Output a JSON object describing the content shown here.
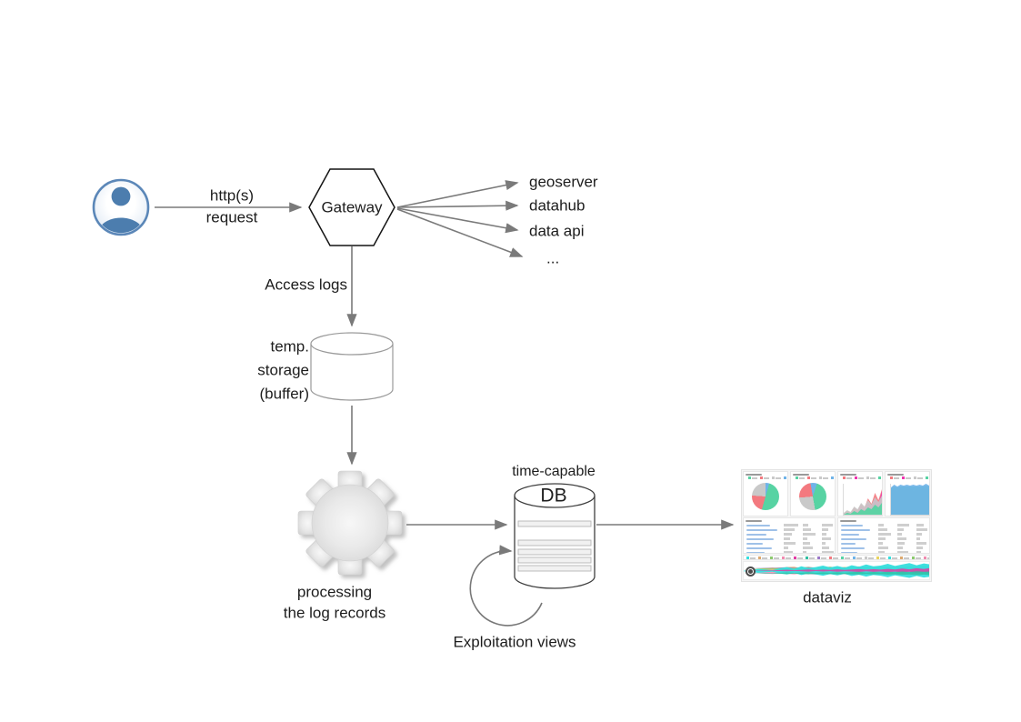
{
  "labels": {
    "request_line1": "http(s)",
    "request_line2": "request",
    "gateway": "Gateway",
    "services": [
      "geoserver",
      "datahub",
      "data api",
      "..."
    ],
    "access_logs": "Access logs",
    "temp_storage": [
      "temp.",
      "storage",
      "(buffer)"
    ],
    "processing": [
      "processing",
      "the log records"
    ],
    "db_over": "time-capable",
    "db": "DB",
    "exploitation": "Exploitation views",
    "dataviz": "dataviz"
  },
  "colors": {
    "arrow": "#7a7a7a",
    "hexagon_stroke": "#141414",
    "temp_cylinder_stroke": "#9a9a9a",
    "db_cylinder_stroke": "#3f3f3f",
    "user_blue": "#4c7dae",
    "gear_gray": "#dedede",
    "text": "#1d1d1d"
  },
  "dataviz_thumbnail": {
    "pie1": {
      "slices": [
        {
          "color": "#6fb3e8",
          "deg": 16
        },
        {
          "color": "#57d3a3",
          "deg": 180
        },
        {
          "color": "#f3797f",
          "deg": 78
        },
        {
          "color": "#c9c9c9",
          "deg": 86
        }
      ]
    },
    "pie2": {
      "slices": [
        {
          "color": "#6fb3e8",
          "deg": 18
        },
        {
          "color": "#57d3a3",
          "deg": 152
        },
        {
          "color": "#c9c9c9",
          "deg": 95
        },
        {
          "color": "#f3797f",
          "deg": 85
        },
        {
          "color": "#6fb3e8",
          "deg": 10
        }
      ]
    },
    "pie_legend": [
      "#57d3a3",
      "#f3797f",
      "#c9c9c9",
      "#6fb3e8",
      "#ef5aa8"
    ],
    "area_legend": [
      "#f3797f",
      "#ef35b0",
      "#c9c9c9",
      "#57d3a3",
      "#6fb3e8"
    ],
    "strip_colors": [
      "#35dedd",
      "#dca86e",
      "#8cc96e",
      "#f08bb0",
      "#e13ca3",
      "#2fbfa0",
      "#9b78c8",
      "#f3797f",
      "#57d3a3",
      "#6fb3e8",
      "#c9c9c9",
      "#e8d35f",
      "#35dedd",
      "#dca86e",
      "#8cc96e",
      "#f08bb0",
      "#e13ca3",
      "#2fbfa0",
      "#9b78c8",
      "#f3797f",
      "#57d3a3",
      "#6fb3e8"
    ],
    "area1": {
      "stacked": false,
      "layers": [
        {
          "color": "#f3797f",
          "opacity": 0.9,
          "values": [
            1,
            4,
            2,
            8,
            5,
            12,
            8,
            18,
            12,
            24,
            16,
            28
          ]
        },
        {
          "color": "#ef35b0",
          "opacity": 0.8,
          "values": [
            0,
            2,
            1,
            5,
            3,
            9,
            5,
            13,
            8,
            18,
            12,
            26
          ]
        },
        {
          "color": "#c9c9c9",
          "opacity": 0.9,
          "values": [
            2,
            5,
            3,
            9,
            6,
            13,
            9,
            16,
            11,
            19,
            14,
            21
          ]
        },
        {
          "color": "#57d3a3",
          "opacity": 0.95,
          "values": [
            0,
            2,
            1,
            4,
            2,
            6,
            4,
            8,
            6,
            11,
            8,
            13
          ]
        }
      ]
    },
    "area2": {
      "stacked": true,
      "layers": [
        {
          "color": "#c9c9c9",
          "opacity": 1,
          "values": [
            12,
            14,
            11,
            15,
            12,
            13,
            15,
            11,
            14,
            12,
            15,
            13,
            14
          ]
        },
        {
          "color": "#f3797f",
          "opacity": 1,
          "values": [
            12,
            9,
            13,
            8,
            12,
            10,
            8,
            13,
            9,
            12,
            8,
            11,
            9
          ]
        },
        {
          "color": "#ef35b0",
          "opacity": 0.95,
          "values": [
            3,
            5,
            2,
            6,
            3,
            5,
            6,
            2,
            5,
            3,
            6,
            4,
            5
          ]
        },
        {
          "color": "#57d3a3",
          "opacity": 0.95,
          "values": [
            2,
            3,
            4,
            2,
            4,
            3,
            2,
            5,
            3,
            4,
            2,
            4,
            3
          ]
        },
        {
          "color": "#6fb3e8",
          "opacity": 0.9,
          "values": [
            1,
            2,
            1,
            2,
            1,
            2,
            1,
            2,
            1,
            2,
            1,
            2,
            1
          ]
        }
      ]
    },
    "table1_rows": [
      [
        26,
        16,
        6,
        12
      ],
      [
        34,
        12,
        9,
        7
      ],
      [
        22,
        9,
        14,
        5
      ],
      [
        30,
        7,
        5,
        10
      ],
      [
        18,
        13,
        8,
        4
      ],
      [
        28,
        5,
        11,
        8
      ],
      [
        20,
        10,
        4,
        13
      ],
      [
        24,
        6,
        7,
        5
      ]
    ],
    "table2_rows": [
      [
        24,
        6,
        13,
        8
      ],
      [
        32,
        10,
        7,
        12
      ],
      [
        20,
        14,
        5,
        6
      ],
      [
        28,
        8,
        10,
        4
      ],
      [
        16,
        5,
        8,
        11
      ],
      [
        26,
        11,
        6,
        7
      ],
      [
        18,
        7,
        12,
        5
      ],
      [
        22,
        9,
        4,
        9
      ]
    ],
    "stream_layers": [
      {
        "color": "#dca86e",
        "k": 1.1,
        "off": -1.5,
        "op": 0.85,
        "amps": [
          0,
          0.2,
          0.6,
          1.4,
          2.2,
          1.0,
          2.6,
          3.0,
          1.4,
          2.2,
          1.0,
          1.8,
          2.6,
          1.2,
          2.0,
          2.8,
          1.6,
          2.4,
          1.2,
          2.0,
          3.0,
          1.8,
          2.6,
          1.4,
          2.2,
          3.2,
          2.4
        ]
      },
      {
        "color": "#8cc96e",
        "k": 1.0,
        "off": -2.5,
        "op": 0.8,
        "amps": [
          0,
          0.1,
          0.4,
          0.8,
          0.5,
          1.2,
          1.8,
          0.8,
          1.5,
          2.2,
          1.0,
          1.6,
          2.4,
          1.2,
          2.0,
          1.4,
          2.6,
          1.6,
          2.2,
          3.0,
          1.8,
          2.8,
          2.0,
          3.4,
          2.4,
          3.8,
          3.0
        ]
      },
      {
        "color": "#9b78c8",
        "k": 0.5,
        "off": -3.5,
        "op": 0.7,
        "amps": [
          0,
          0,
          0.3,
          0.6,
          0.4,
          0.9,
          1.3,
          0.7,
          1.1,
          1.7,
          0.9,
          1.5,
          1.0,
          1.9,
          1.1,
          1.6,
          2.3,
          1.3,
          2.1,
          1.5,
          2.5,
          1.7,
          2.9,
          1.9,
          3.3,
          2.3,
          3.7
        ]
      },
      {
        "color": "#f08bb0",
        "k": 0.95,
        "off": 2,
        "op": 0.85,
        "amps": [
          0,
          0.1,
          0.3,
          0.9,
          1.5,
          0.7,
          1.2,
          2.0,
          1.0,
          1.7,
          2.4,
          1.2,
          2.0,
          1.0,
          1.8,
          2.6,
          1.4,
          2.2,
          1.2,
          2.6,
          1.6,
          3.0,
          2.0,
          2.6,
          1.8,
          3.2,
          2.6
        ]
      },
      {
        "color": "#35dedd",
        "k": 2.0,
        "off": 0,
        "op": 0.95,
        "amps": [
          0.2,
          0.5,
          1.2,
          0.8,
          0.5,
          1.5,
          2.2,
          1.2,
          2.6,
          1.6,
          2.2,
          3.0,
          2.0,
          2.8,
          1.8,
          3.2,
          2.4,
          3.6,
          2.6,
          3.0,
          4.0,
          2.8,
          3.6,
          4.4,
          3.2,
          4.2,
          3.6
        ]
      },
      {
        "color": "#e13ca3",
        "k": 0.8,
        "off": -0.5,
        "op": 0.85,
        "amps": [
          0,
          0,
          0.2,
          0.5,
          0.3,
          0.8,
          1.2,
          0.6,
          1.0,
          1.6,
          0.8,
          1.4,
          0.9,
          1.8,
          1.0,
          1.5,
          2.2,
          1.2,
          2.0,
          1.4,
          2.4,
          1.6,
          2.8,
          1.8,
          3.2,
          2.2,
          3.6
        ]
      },
      {
        "color": "#2fbfa0",
        "k": 0.7,
        "off": 2.5,
        "op": 0.8,
        "amps": [
          0,
          0.1,
          0.2,
          0.6,
          0.4,
          0.9,
          1.4,
          0.7,
          1.2,
          1.8,
          0.9,
          1.5,
          1.1,
          1.9,
          1.2,
          1.7,
          2.4,
          1.3,
          2.2,
          1.5,
          2.6,
          1.7,
          3.0,
          2.0,
          3.4,
          2.4,
          3.0
        ]
      }
    ]
  }
}
